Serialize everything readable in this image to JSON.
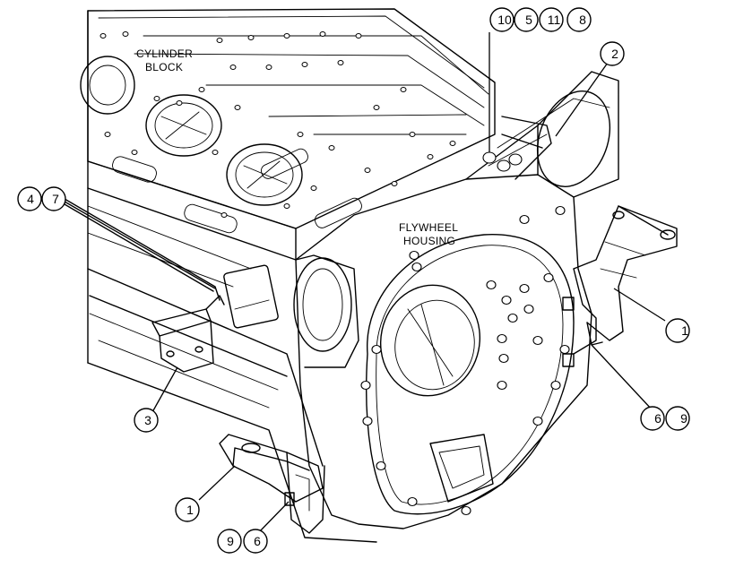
{
  "labels": {
    "cylinder_block_line1": "CYLINDER",
    "cylinder_block_line2": "BLOCK",
    "flywheel_housing_line1": "FLYWHEEL",
    "flywheel_housing_line2": "HOUSING"
  },
  "callouts": {
    "top_10": "10",
    "top_5": "5",
    "top_11": "11",
    "top_8": "8",
    "right_2": "2",
    "left_4": "4",
    "left_7": "7",
    "right_1": "1",
    "right_6": "6",
    "right_9": "9",
    "left_3": "3",
    "bottom_1": "1",
    "bottom_9": "9",
    "bottom_6": "6"
  }
}
